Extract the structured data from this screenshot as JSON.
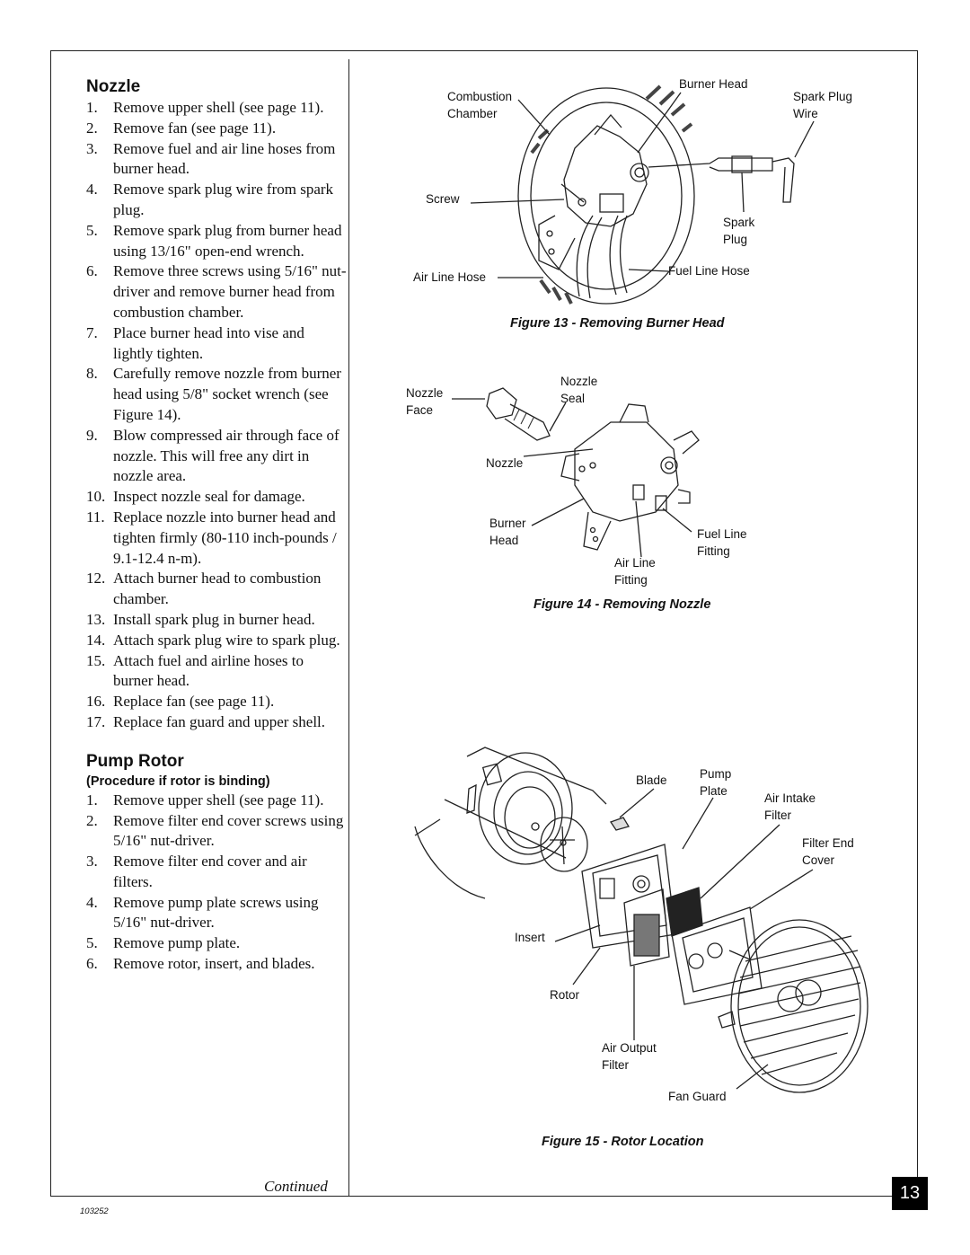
{
  "nozzle": {
    "heading": "Nozzle",
    "steps": [
      {
        "n": "1.",
        "t": "Remove upper shell (see page 11)."
      },
      {
        "n": "2.",
        "t": "Remove fan (see page 11)."
      },
      {
        "n": "3.",
        "t": "Remove fuel and air line hoses from burner head."
      },
      {
        "n": "4.",
        "t": "Remove spark plug wire from spark plug."
      },
      {
        "n": "5.",
        "t": "Remove spark plug from burner head using 13/16\" open-end wrench."
      },
      {
        "n": "6.",
        "t": "Remove three screws using 5/16\" nut-driver and remove burner head from combustion chamber."
      },
      {
        "n": "7.",
        "t": "Place burner head into vise and lightly tighten."
      },
      {
        "n": "8.",
        "t": "Carefully remove nozzle from burner head using 5/8\" socket wrench (see Figure 14)."
      },
      {
        "n": "9.",
        "t": "Blow compressed air through face of nozzle. This will free any dirt in nozzle area."
      },
      {
        "n": "10.",
        "t": "Inspect nozzle seal for damage."
      },
      {
        "n": "11.",
        "t": "Replace nozzle into burner head and tighten firmly (80-110 inch-pounds / 9.1-12.4 n-m)."
      },
      {
        "n": "12.",
        "t": "Attach burner head to combustion chamber."
      },
      {
        "n": "13.",
        "t": "Install spark plug in burner head."
      },
      {
        "n": "14.",
        "t": "Attach spark plug wire to spark plug."
      },
      {
        "n": "15.",
        "t": "Attach fuel and airline hoses to burner head."
      },
      {
        "n": "16.",
        "t": "Replace fan (see page 11)."
      },
      {
        "n": "17.",
        "t": "Replace fan guard and upper shell."
      }
    ]
  },
  "pump_rotor": {
    "heading": "Pump Rotor",
    "subheading": "(Procedure if rotor is binding)",
    "steps": [
      {
        "n": "1.",
        "t": "Remove upper shell (see page 11)."
      },
      {
        "n": "2.",
        "t": "Remove filter end cover screws using 5/16\" nut-driver."
      },
      {
        "n": "3.",
        "t": "Remove filter end cover and air filters."
      },
      {
        "n": "4.",
        "t": "Remove pump plate screws using 5/16\" nut-driver."
      },
      {
        "n": "5.",
        "t": "Remove pump plate."
      },
      {
        "n": "6.",
        "t": "Remove rotor, insert, and blades."
      }
    ]
  },
  "continued": "Continued",
  "doc_number": "103252",
  "page_number": "13",
  "figure13": {
    "caption": "Figure 13 - Removing Burner Head",
    "labels": {
      "combustion_chamber": "Combustion\nChamber",
      "burner_head": "Burner Head",
      "spark_plug_wire": "Spark Plug\nWire",
      "screw": "Screw",
      "spark_plug": "Spark\nPlug",
      "air_line_hose": "Air Line Hose",
      "fuel_line_hose": "Fuel Line Hose"
    }
  },
  "figure14": {
    "caption": "Figure 14 - Removing Nozzle",
    "labels": {
      "nozzle_face": "Nozzle\nFace",
      "nozzle_seal": "Nozzle\nSeal",
      "nozzle": "Nozzle",
      "burner_head": "Burner\nHead",
      "fuel_line_fitting": "Fuel Line\nFitting",
      "air_line_fitting": "Air Line\nFitting"
    }
  },
  "figure15": {
    "caption": "Figure 15 - Rotor Location",
    "labels": {
      "blade": "Blade",
      "pump_plate": "Pump\nPlate",
      "air_intake_filter": "Air Intake\nFilter",
      "filter_end_cover": "Filter End\nCover",
      "insert": "Insert",
      "rotor": "Rotor",
      "air_output_filter": "Air Output\nFilter",
      "fan_guard": "Fan Guard"
    }
  }
}
